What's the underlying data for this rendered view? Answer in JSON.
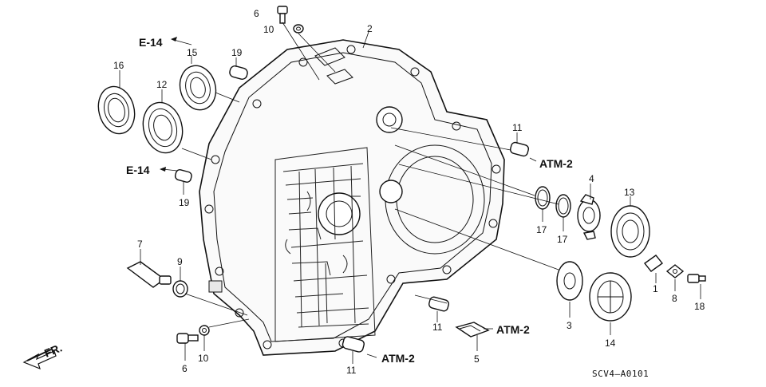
{
  "diagram": {
    "code": "SCV4–A0101",
    "front_label": "FR.",
    "references": [
      {
        "text": "E-14"
      },
      {
        "text": "E-14"
      },
      {
        "text": "ATM-2"
      },
      {
        "text": "ATM-2"
      },
      {
        "text": "ATM-2"
      }
    ],
    "callouts": [
      {
        "n": "6"
      },
      {
        "n": "10"
      },
      {
        "n": "2"
      },
      {
        "n": "15"
      },
      {
        "n": "19"
      },
      {
        "n": "16"
      },
      {
        "n": "12"
      },
      {
        "n": "11"
      },
      {
        "n": "19"
      },
      {
        "n": "4"
      },
      {
        "n": "13"
      },
      {
        "n": "17"
      },
      {
        "n": "17"
      },
      {
        "n": "7"
      },
      {
        "n": "9"
      },
      {
        "n": "1"
      },
      {
        "n": "8"
      },
      {
        "n": "18"
      },
      {
        "n": "3"
      },
      {
        "n": "14"
      },
      {
        "n": "11"
      },
      {
        "n": "5"
      },
      {
        "n": "10"
      },
      {
        "n": "6"
      },
      {
        "n": "11"
      }
    ]
  }
}
